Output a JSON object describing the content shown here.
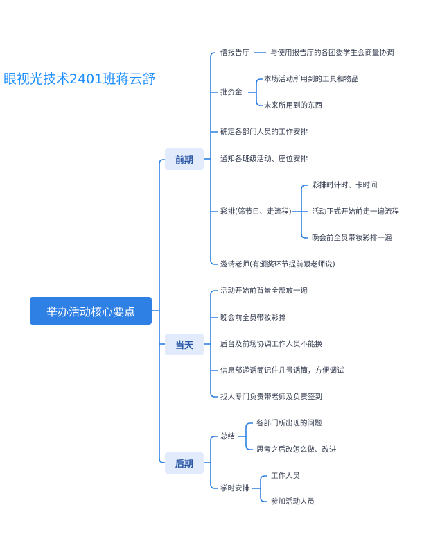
{
  "title": "眼视光技术2401班蒋云舒",
  "root": "举办活动核心要点",
  "branches": {
    "qianqi": {
      "label": "前期",
      "items": {
        "a": "借报告厅",
        "a1": "与使用报告厅的各团委学生会商量协调",
        "b": "批资金",
        "b1": "本场活动所用到的工具和物品",
        "b2": "未来所用到的东西",
        "c": "确定各部门人员的工作安排",
        "d": "通知各班级活动、座位安排",
        "e": "彩排(筛节目、走流程)",
        "e1": "彩排时计时、卡时间",
        "e2": "活动正式开始前走一遍流程",
        "e3": "晚会前全员带妆彩排一遍",
        "f": "邀请老师(有颁奖环节提前跟老师说)"
      }
    },
    "dangtian": {
      "label": "当天",
      "items": [
        "活动开始前背景全部放一遍",
        "晚会前全员带妆彩排",
        "后台及前场协调工作人员不能换",
        "信息部递话筒记住几号话筒，方便调试",
        "找人专门负责带老师及负责签到"
      ]
    },
    "houqi": {
      "label": "后期",
      "items": {
        "a": "总结",
        "a1": "各部门所出现的问题",
        "a2": "思考之后改怎么做、改进",
        "b": "学时安排",
        "b1": "工作人员",
        "b2": "参加活动人员"
      }
    }
  },
  "colors": {
    "line": "#2f80e4",
    "root": "#2f80e4",
    "node": "#e2ebfb",
    "title": "#1e8fff"
  }
}
